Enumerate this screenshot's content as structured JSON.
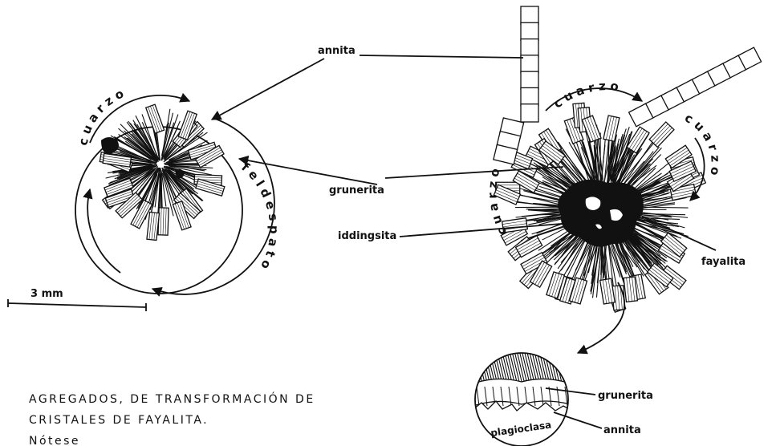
{
  "labels": {
    "annita": "annita",
    "grunerita": "grunerita",
    "iddingsita": "iddingsita",
    "fayalita": "fayalita",
    "cuarzo": "cuarzo",
    "feldespato": "feldespato",
    "scale": "3 mm"
  },
  "inset": {
    "grunerita": "grunerita",
    "annita": "annita",
    "plagioclasa": "plagioclasa"
  },
  "caption": {
    "line1": "AGREGADOS, DE TRANSFORMACIÓN DE",
    "line2": "CRISTALES DE FAYALITA.",
    "line3": "Nótese"
  }
}
